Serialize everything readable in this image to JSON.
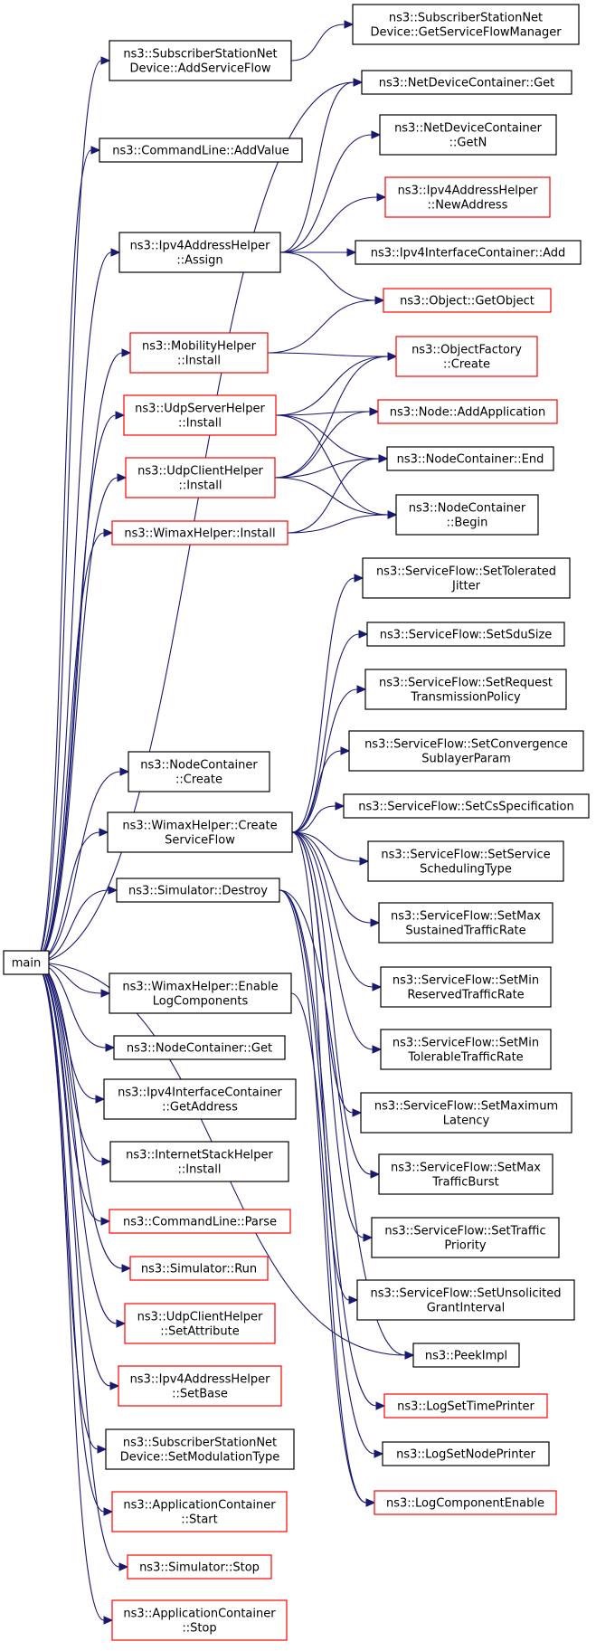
{
  "colors": {
    "edge": "#191970",
    "normal_border": "#000000",
    "undocumented_border": "#ff0000",
    "root_fill": "#bfbfbf"
  },
  "nodes": [
    {
      "id": "main",
      "lines": [
        "main"
      ],
      "border": "normal",
      "root": true
    },
    {
      "id": "ss_addsf",
      "lines": [
        "ns3::SubscriberStationNet",
        "Device::AddServiceFlow"
      ],
      "border": "normal"
    },
    {
      "id": "ss_getsfm",
      "lines": [
        "ns3::SubscriberStationNet",
        "Device::GetServiceFlowManager"
      ],
      "border": "normal"
    },
    {
      "id": "cmd_addvalue",
      "lines": [
        "ns3::CommandLine::AddValue"
      ],
      "border": "normal"
    },
    {
      "id": "ndc_get",
      "lines": [
        "ns3::NetDeviceContainer::Get"
      ],
      "border": "normal"
    },
    {
      "id": "ndc_getn",
      "lines": [
        "ns3::NetDeviceContainer",
        "::GetN"
      ],
      "border": "normal"
    },
    {
      "id": "ipv4_newaddr",
      "lines": [
        "ns3::Ipv4AddressHelper",
        "::NewAddress"
      ],
      "border": "red"
    },
    {
      "id": "ipv4_assign",
      "lines": [
        "ns3::Ipv4AddressHelper",
        "::Assign"
      ],
      "border": "normal"
    },
    {
      "id": "ipv4ic_add",
      "lines": [
        "ns3::Ipv4InterfaceContainer::Add"
      ],
      "border": "normal"
    },
    {
      "id": "obj_getobject",
      "lines": [
        "ns3::Object::GetObject"
      ],
      "border": "red"
    },
    {
      "id": "mob_install",
      "lines": [
        "ns3::MobilityHelper",
        "::Install"
      ],
      "border": "red"
    },
    {
      "id": "objf_create",
      "lines": [
        "ns3::ObjectFactory",
        "::Create"
      ],
      "border": "red"
    },
    {
      "id": "udps_install",
      "lines": [
        "ns3::UdpServerHelper",
        "::Install"
      ],
      "border": "red"
    },
    {
      "id": "node_addapp",
      "lines": [
        "ns3::Node::AddApplication"
      ],
      "border": "red"
    },
    {
      "id": "nc_end",
      "lines": [
        "ns3::NodeContainer::End"
      ],
      "border": "normal"
    },
    {
      "id": "udpc_install",
      "lines": [
        "ns3::UdpClientHelper",
        "::Install"
      ],
      "border": "red"
    },
    {
      "id": "nc_begin",
      "lines": [
        "ns3::NodeContainer",
        "::Begin"
      ],
      "border": "normal"
    },
    {
      "id": "wimax_install",
      "lines": [
        "ns3::WimaxHelper::Install"
      ],
      "border": "red"
    },
    {
      "id": "sf_tolj",
      "lines": [
        "ns3::ServiceFlow::SetTolerated",
        "Jitter"
      ],
      "border": "normal"
    },
    {
      "id": "sf_sdu",
      "lines": [
        "ns3::ServiceFlow::SetSduSize"
      ],
      "border": "normal"
    },
    {
      "id": "sf_reqtx",
      "lines": [
        "ns3::ServiceFlow::SetRequest",
        "TransmissionPolicy"
      ],
      "border": "normal"
    },
    {
      "id": "sf_conv",
      "lines": [
        "ns3::ServiceFlow::SetConvergence",
        "SublayerParam"
      ],
      "border": "normal"
    },
    {
      "id": "nc_create",
      "lines": [
        "ns3::NodeContainer",
        "::Create"
      ],
      "border": "normal"
    },
    {
      "id": "sf_csspec",
      "lines": [
        "ns3::ServiceFlow::SetCsSpecification"
      ],
      "border": "normal"
    },
    {
      "id": "wimax_createsf",
      "lines": [
        "ns3::WimaxHelper::Create",
        "ServiceFlow"
      ],
      "border": "normal"
    },
    {
      "id": "sf_sched",
      "lines": [
        "ns3::ServiceFlow::SetService",
        "SchedulingType"
      ],
      "border": "normal"
    },
    {
      "id": "sim_destroy",
      "lines": [
        "ns3::Simulator::Destroy"
      ],
      "border": "normal"
    },
    {
      "id": "sf_maxsus",
      "lines": [
        "ns3::ServiceFlow::SetMax",
        "SustainedTrafficRate"
      ],
      "border": "normal"
    },
    {
      "id": "sf_minres",
      "lines": [
        "ns3::ServiceFlow::SetMin",
        "ReservedTrafficRate"
      ],
      "border": "normal"
    },
    {
      "id": "wimax_enablelog",
      "lines": [
        "ns3::WimaxHelper::Enable",
        "LogComponents"
      ],
      "border": "normal"
    },
    {
      "id": "sf_mintol",
      "lines": [
        "ns3::ServiceFlow::SetMin",
        "TolerableTrafficRate"
      ],
      "border": "normal"
    },
    {
      "id": "nc_get",
      "lines": [
        "ns3::NodeContainer::Get"
      ],
      "border": "normal"
    },
    {
      "id": "ipv4ic_getaddr",
      "lines": [
        "ns3::Ipv4InterfaceContainer",
        "::GetAddress"
      ],
      "border": "normal"
    },
    {
      "id": "sf_maxlat",
      "lines": [
        "ns3::ServiceFlow::SetMaximum",
        "Latency"
      ],
      "border": "normal"
    },
    {
      "id": "ish_install",
      "lines": [
        "ns3::InternetStackHelper",
        "::Install"
      ],
      "border": "normal"
    },
    {
      "id": "sf_maxburst",
      "lines": [
        "ns3::ServiceFlow::SetMax",
        "TrafficBurst"
      ],
      "border": "normal"
    },
    {
      "id": "cmd_parse",
      "lines": [
        "ns3::CommandLine::Parse"
      ],
      "border": "red"
    },
    {
      "id": "sf_prio",
      "lines": [
        "ns3::ServiceFlow::SetTraffic",
        "Priority"
      ],
      "border": "normal"
    },
    {
      "id": "sim_run",
      "lines": [
        "ns3::Simulator::Run"
      ],
      "border": "red"
    },
    {
      "id": "sf_unsol",
      "lines": [
        "ns3::ServiceFlow::SetUnsolicited",
        "GrantInterval"
      ],
      "border": "normal"
    },
    {
      "id": "udpc_setattr",
      "lines": [
        "ns3::UdpClientHelper",
        "::SetAttribute"
      ],
      "border": "red"
    },
    {
      "id": "peekimpl",
      "lines": [
        "ns3::PeekImpl"
      ],
      "border": "normal"
    },
    {
      "id": "ipv4_setbase",
      "lines": [
        "ns3::Ipv4AddressHelper",
        "::SetBase"
      ],
      "border": "red"
    },
    {
      "id": "log_settime",
      "lines": [
        "ns3::LogSetTimePrinter"
      ],
      "border": "red"
    },
    {
      "id": "ss_setmod",
      "lines": [
        "ns3::SubscriberStationNet",
        "Device::SetModulationType"
      ],
      "border": "normal"
    },
    {
      "id": "log_setnode",
      "lines": [
        "ns3::LogSetNodePrinter"
      ],
      "border": "normal"
    },
    {
      "id": "appc_start",
      "lines": [
        "ns3::ApplicationContainer",
        "::Start"
      ],
      "border": "red"
    },
    {
      "id": "log_compenable",
      "lines": [
        "ns3::LogComponentEnable"
      ],
      "border": "red"
    },
    {
      "id": "sim_stop",
      "lines": [
        "ns3::Simulator::Stop"
      ],
      "border": "red"
    },
    {
      "id": "appc_stop",
      "lines": [
        "ns3::ApplicationContainer",
        "::Stop"
      ],
      "border": "red"
    }
  ],
  "edges": [
    [
      "main",
      "ss_addsf"
    ],
    [
      "main",
      "cmd_addvalue"
    ],
    [
      "main",
      "ndc_get"
    ],
    [
      "main",
      "ipv4_assign"
    ],
    [
      "main",
      "mob_install"
    ],
    [
      "main",
      "udps_install"
    ],
    [
      "main",
      "udpc_install"
    ],
    [
      "main",
      "wimax_install"
    ],
    [
      "main",
      "nc_create"
    ],
    [
      "main",
      "wimax_createsf"
    ],
    [
      "main",
      "sim_destroy"
    ],
    [
      "main",
      "peekimpl"
    ],
    [
      "main",
      "wimax_enablelog"
    ],
    [
      "main",
      "nc_get"
    ],
    [
      "main",
      "ipv4ic_getaddr"
    ],
    [
      "main",
      "ish_install"
    ],
    [
      "main",
      "cmd_parse"
    ],
    [
      "main",
      "sim_run"
    ],
    [
      "main",
      "udpc_setattr"
    ],
    [
      "main",
      "ipv4_setbase"
    ],
    [
      "main",
      "ss_setmod"
    ],
    [
      "main",
      "appc_start"
    ],
    [
      "main",
      "sim_stop"
    ],
    [
      "main",
      "appc_stop"
    ],
    [
      "ss_addsf",
      "ss_getsfm"
    ],
    [
      "ipv4_assign",
      "ndc_get"
    ],
    [
      "ipv4_assign",
      "ndc_getn"
    ],
    [
      "ipv4_assign",
      "ipv4_newaddr"
    ],
    [
      "ipv4_assign",
      "ipv4ic_add"
    ],
    [
      "ipv4_assign",
      "obj_getobject"
    ],
    [
      "mob_install",
      "obj_getobject"
    ],
    [
      "mob_install",
      "objf_create"
    ],
    [
      "udps_install",
      "objf_create"
    ],
    [
      "udps_install",
      "node_addapp"
    ],
    [
      "udps_install",
      "nc_end"
    ],
    [
      "udps_install",
      "nc_begin"
    ],
    [
      "udpc_install",
      "objf_create"
    ],
    [
      "udpc_install",
      "node_addapp"
    ],
    [
      "udpc_install",
      "nc_end"
    ],
    [
      "udpc_install",
      "nc_begin"
    ],
    [
      "wimax_install",
      "nc_end"
    ],
    [
      "wimax_install",
      "nc_begin"
    ],
    [
      "wimax_createsf",
      "sf_tolj"
    ],
    [
      "wimax_createsf",
      "sf_sdu"
    ],
    [
      "wimax_createsf",
      "sf_reqtx"
    ],
    [
      "wimax_createsf",
      "sf_conv"
    ],
    [
      "wimax_createsf",
      "sf_csspec"
    ],
    [
      "wimax_createsf",
      "sf_sched"
    ],
    [
      "wimax_createsf",
      "sf_maxsus"
    ],
    [
      "wimax_createsf",
      "sf_minres"
    ],
    [
      "wimax_createsf",
      "sf_mintol"
    ],
    [
      "wimax_createsf",
      "sf_maxlat"
    ],
    [
      "wimax_createsf",
      "sf_maxburst"
    ],
    [
      "wimax_createsf",
      "sf_prio"
    ],
    [
      "wimax_createsf",
      "sf_unsol"
    ],
    [
      "sim_destroy",
      "peekimpl"
    ],
    [
      "sim_destroy",
      "log_settime"
    ],
    [
      "sim_destroy",
      "log_setnode"
    ],
    [
      "sim_destroy",
      "log_compenable"
    ],
    [
      "wimax_enablelog",
      "log_compenable"
    ]
  ]
}
